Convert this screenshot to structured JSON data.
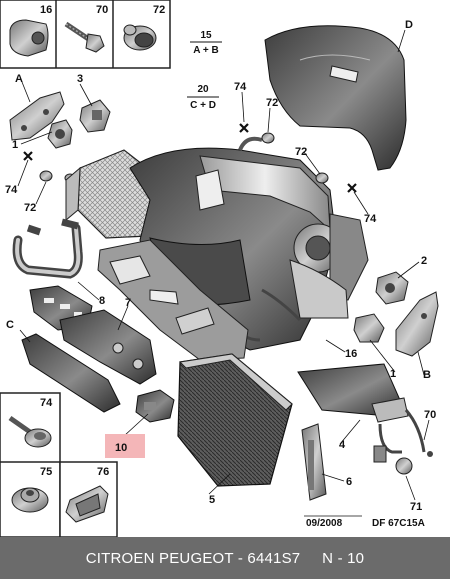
{
  "diagram": {
    "callouts": {
      "c16top": "16",
      "c70top": "70",
      "c72top": "72",
      "c74bot": "74",
      "c75": "75",
      "c76": "76",
      "A": "A",
      "B": "B",
      "C": "C",
      "D": "D",
      "n1a": "1",
      "n1b": "1",
      "n2": "2",
      "n3": "3",
      "n4": "4",
      "n5": "5",
      "n6": "6",
      "n7": "7",
      "n8": "8",
      "n10": "10",
      "n16": "16",
      "n70": "70",
      "n71": "71",
      "n72a": "72",
      "n72b": "72",
      "n72c": "72",
      "n74a": "74",
      "n74b": "74",
      "n74c": "74"
    },
    "formula1": {
      "num": "15",
      "den": "A + B"
    },
    "formula2": {
      "num": "20",
      "den": "C + D"
    },
    "date": "09/2008",
    "ref": "DF 67C15A",
    "highlight_color": "#f4b6b8"
  },
  "footer": {
    "text": "CITROEN PEUGEOT - 6441S7     N - 10"
  }
}
